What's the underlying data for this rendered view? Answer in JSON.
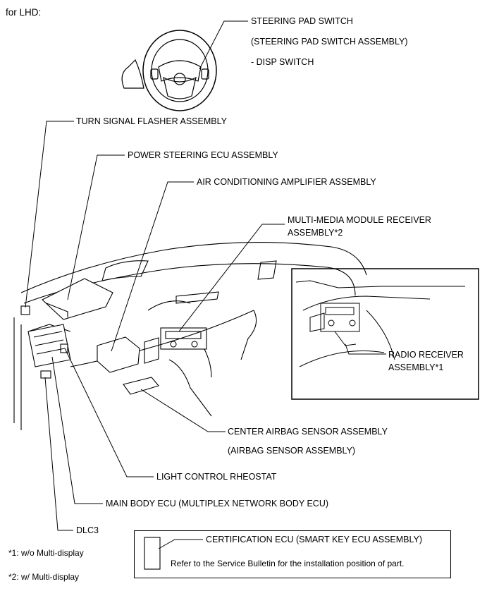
{
  "header": "for LHD:",
  "labels": {
    "steering_pad_switch": "STEERING PAD SWITCH",
    "steering_pad_switch_assy": "(STEERING PAD SWITCH ASSEMBLY)",
    "disp_switch": "- DISP SWITCH",
    "turn_signal": "TURN SIGNAL FLASHER ASSEMBLY",
    "power_steering": "POWER STEERING ECU ASSEMBLY",
    "air_conditioning": "AIR CONDITIONING AMPLIFIER ASSEMBLY",
    "multimedia_1": "MULTI-MEDIA MODULE RECEIVER",
    "multimedia_2": "ASSEMBLY*2",
    "radio_1": "RADIO RECEIVER",
    "radio_2": "ASSEMBLY*1",
    "center_airbag": "CENTER AIRBAG SENSOR ASSEMBLY",
    "airbag_sensor": "(AIRBAG SENSOR ASSEMBLY)",
    "light_control": "LIGHT CONTROL RHEOSTAT",
    "main_body": "MAIN BODY ECU (MULTIPLEX NETWORK BODY ECU)",
    "dlc3": "DLC3",
    "certification": "CERTIFICATION ECU (SMART KEY ECU ASSEMBLY)",
    "refer_note": "Refer to the Service Bulletin for the installation position of part."
  },
  "footnotes": {
    "note1": "*1: w/o Multi-display",
    "note2": "*2: w/ Multi-display"
  }
}
